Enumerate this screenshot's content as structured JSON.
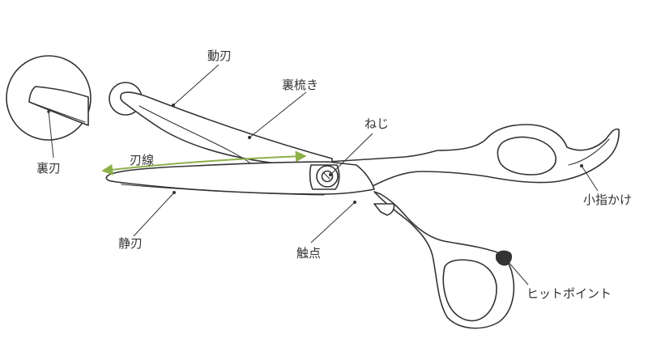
{
  "labels": {
    "moving_blade": "動刃",
    "back_groove": "裏梳き",
    "screw": "ねじ",
    "blade_line": "刃線",
    "back_edge": "裏刃",
    "still_blade": "静刃",
    "contact_point": "触点",
    "finger_rest": "小指かけ",
    "hit_point": "ヒットポイント"
  },
  "colors": {
    "outline": "#333333",
    "blade_line_arrow": "#8db04a",
    "hit_point_bumper": "#333333",
    "background": "#ffffff"
  }
}
